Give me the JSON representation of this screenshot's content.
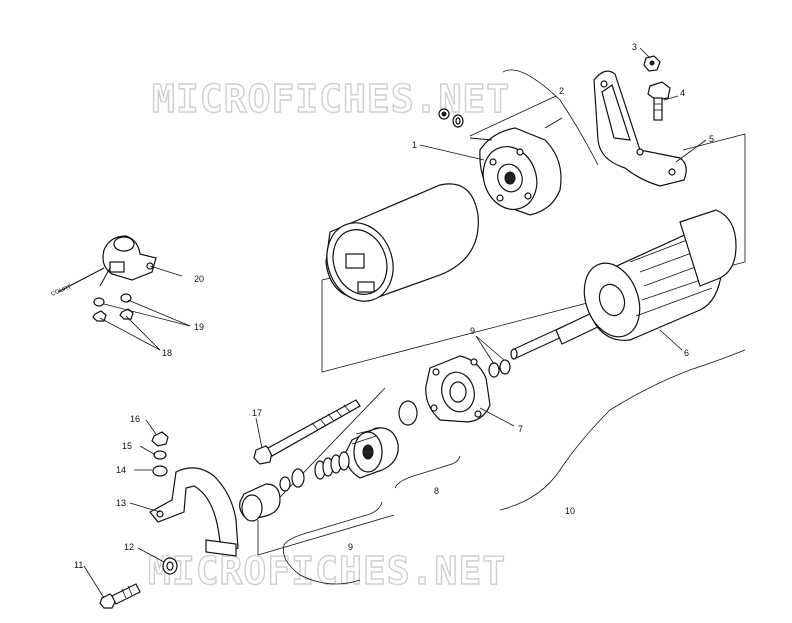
{
  "watermark": "MICROFICHES.NET",
  "wire_label": "COURT",
  "callouts": {
    "c1": "1",
    "c2": "2",
    "c3": "3",
    "c4": "4",
    "c5": "5",
    "c6": "6",
    "c7": "7",
    "c8": "8",
    "c9": "9",
    "c9b": "9",
    "c10": "10",
    "c11": "11",
    "c12": "12",
    "c13": "13",
    "c14": "14",
    "c15": "15",
    "c16": "16",
    "c17": "17",
    "c18": "18",
    "c19": "19",
    "c20": "20"
  }
}
